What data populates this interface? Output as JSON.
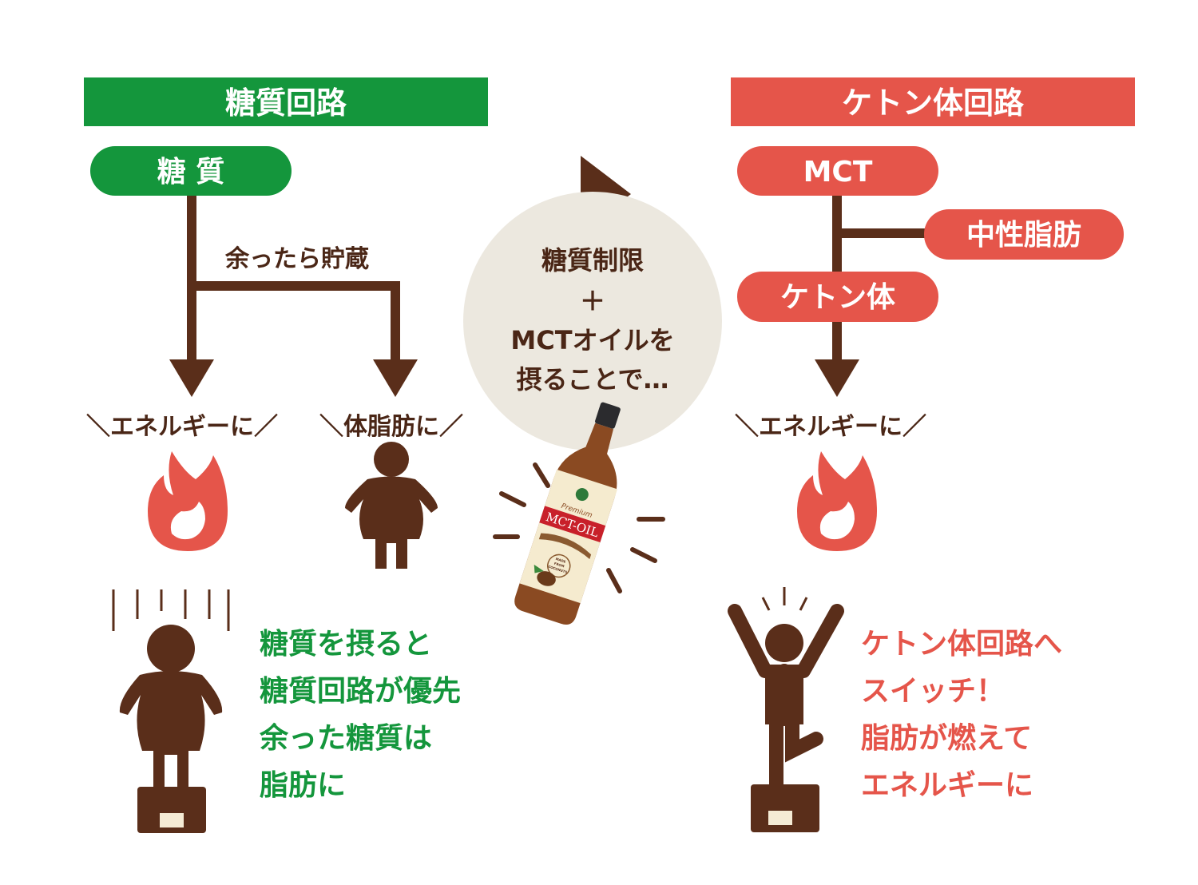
{
  "colors": {
    "green": "#14963c",
    "red": "#e5554a",
    "brown": "#5a2e1a",
    "circle": "#ece8df"
  },
  "left": {
    "title": "糖質回路",
    "source": "糖 質",
    "branch_label": "余ったら貯蔵",
    "out_energy": "＼エネルギーに／",
    "out_fat": "＼体脂肪に／",
    "summary": [
      "糖質を摂ると",
      "糖質回路が優先",
      "余った糖質は",
      "脂肪に"
    ]
  },
  "center": {
    "lines": [
      "糖質制限",
      "＋",
      "MCTオイルを",
      "摂ることで…"
    ],
    "bottle": {
      "script": "Premium",
      "name": "MCT-OIL",
      "badge": [
        "MADE",
        "FROM",
        "COCONUTS"
      ]
    }
  },
  "right": {
    "title": "ケトン体回路",
    "source": "MCT",
    "side": "中性脂肪",
    "middle": "ケトン体",
    "out_energy": "＼エネルギーに／",
    "summary": [
      "ケトン体回路へ",
      "スイッチ！",
      "脂肪が燃えて",
      "エネルギーに"
    ]
  }
}
